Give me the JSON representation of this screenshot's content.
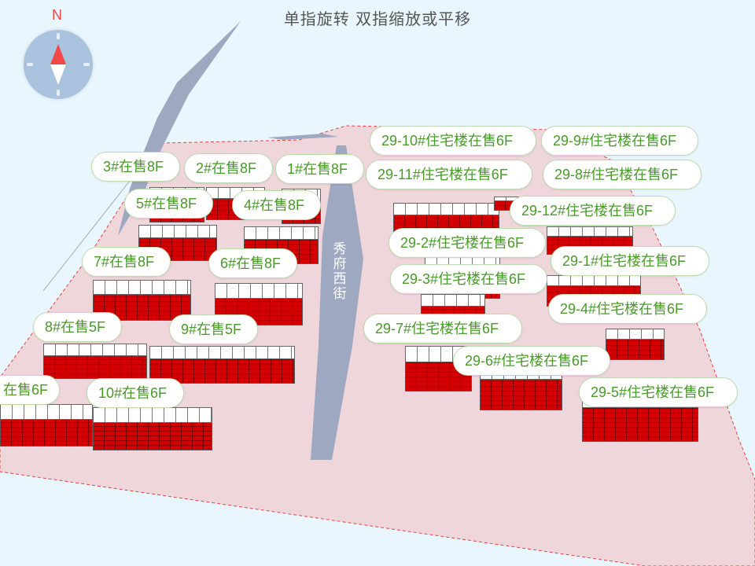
{
  "hint": "单指旋转 双指缩放或平移",
  "compass": {
    "north_label": "N",
    "icon": "compass-icon"
  },
  "road_label": "秀府西街",
  "colors": {
    "site": "#efd6db",
    "road": "#9ea8c0",
    "label_text": "#4a9a2a",
    "building_red": "#d40000"
  },
  "labels": [
    "3#在售8F",
    "2#在售8F",
    "1#在售8F",
    "5#在售8F",
    "4#在售8F",
    "7#在售8F",
    "6#在售8F",
    "8#在售5F",
    "9#在售5F",
    "在售6F",
    "10#在售6F",
    "29-10#住宅楼在售6F",
    "29-9#住宅楼在售6F",
    "29-8#住宅楼在售6F",
    "29-11#住宅楼在售6F",
    "29-12#住宅楼在售6F",
    "29-2#住宅楼在售6F",
    "29-1#住宅楼在售6F",
    "29-3#住宅楼在售6F",
    "29-4#住宅楼在售6F",
    "29-7#住宅楼在售6F",
    "29-6#住宅楼在售6F",
    "29-5#住宅楼在售6F"
  ]
}
